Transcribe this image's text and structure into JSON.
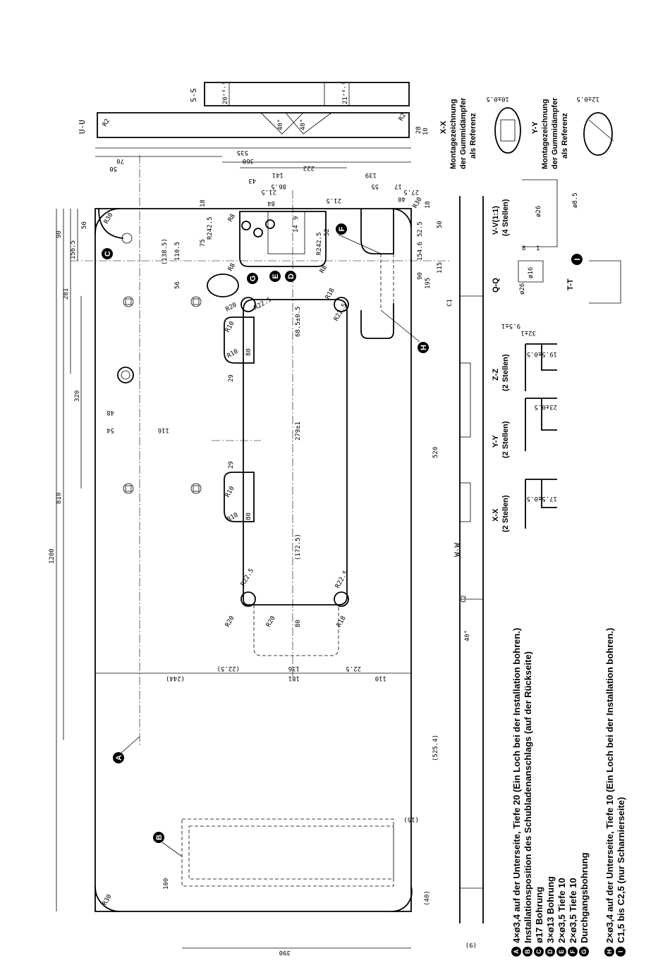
{
  "views": {
    "uu": "U-U",
    "ss": "S-S",
    "ww": "W-W",
    "xx": "X-X",
    "yy": "Y-Y",
    "zz": "Z-Z",
    "vv": "V-V(1:1)",
    "qq": "Q-Q",
    "tt": "T-T",
    "xx_sec": "X-X",
    "yy_sec": "Y-Y",
    "zz_sec": "Z-Z",
    "stellen2": "(2 Stellen)",
    "stellen4": "(4 Stellen)",
    "mount1": "Montagezeichnung",
    "mount2": "der Gummidämpfer",
    "mount3": "als Referenz"
  },
  "dims": {
    "d1200": "1200",
    "d810": "810",
    "d320": "320",
    "d281": "281",
    "d156": "156.5",
    "d90": "90",
    "d535": "535",
    "d360": "360",
    "d222": "222",
    "d141": "141",
    "d139": "139",
    "d70": "70",
    "d50": "50",
    "d50b": "50",
    "d55": "55",
    "d43": "43",
    "d86": "86.5",
    "d21": "21.5",
    "d21b": "21.5",
    "d27": "27.5",
    "d17": "17",
    "d40": "40",
    "d84": "84",
    "d9": "9",
    "d14": "14",
    "d52": "52",
    "d18": "18",
    "d52b": "52.5",
    "d154": "154.6",
    "d90b": "90",
    "d195": "195",
    "d115": "115",
    "d50c": "50",
    "d1385": "(138.5)",
    "d1105": "110.5",
    "d75": "75",
    "d56": "56",
    "d685": "68.5±0.5",
    "d279": "279±1",
    "d1725": "(172.5)",
    "d80": "80",
    "d80b": "80",
    "d80c": "80",
    "d29": "29",
    "d29b": "29",
    "d48": "48",
    "d54": "54",
    "d116": "116",
    "d520": "520",
    "d5254": "(525.4)",
    "d244": "(244)",
    "d225": "(22.5)",
    "d136": "136",
    "d181": "181",
    "d225b": "22.5",
    "d110": "110",
    "d100": "100",
    "d390": "390",
    "d15": "(15)",
    "d40b": "(40)",
    "d9b": "(9)",
    "r242a": "R242.5",
    "r242b": "R242.5",
    "r30": "R30",
    "r30b": "R30",
    "r30c": "R30",
    "r8": "R8",
    "r8b": "R8",
    "r8c": "R8",
    "r18": "R18",
    "r18b": "R18",
    "r20": "R20",
    "r20b": "R20",
    "r20c": "R20",
    "r225": "R22.5",
    "r225b": "R22.5",
    "r225c": "R22.5",
    "r225d": "R22.5",
    "r10": "R10",
    "r10b": "R10",
    "r10c": "R10",
    "r10d": "R10",
    "r2": "R2",
    "r2b": "R2",
    "c1": "C1",
    "c2": "C2",
    "ang40": "40°",
    "ang40b": "40°",
    "ang40c": "40°",
    "t20": "20⁺⁰·⁵",
    "t21": "21⁺⁰·⁵",
    "d10": "10",
    "d28": "28",
    "x175": "17.5±0.5",
    "y23": "23±0.5",
    "z195": "19.5±0.5",
    "xx10": "10±0.5",
    "yy12": "12±0.5",
    "q16": "ø16",
    "q26": "ø26",
    "q95": "9.5±1",
    "q32": "32±1",
    "v26": "ø26",
    "v85": "ø8.5",
    "v8": "8",
    "v1": "1"
  },
  "badges": {
    "A": "A",
    "B": "B",
    "C": "C",
    "D": "D",
    "E": "E",
    "F": "F",
    "G": "G",
    "H": "H",
    "I": "I"
  },
  "legend": [
    {
      "key": "A",
      "text": "4×ø3,4 auf der Unterseite, Tiefe 20 (Ein Loch bei der Installation bohren.)"
    },
    {
      "key": "B",
      "text": "Installationsposition des Schubladenanschlags (auf der Rückseite)"
    },
    {
      "key": "C",
      "text": "ø17 Bohrung"
    },
    {
      "key": "D",
      "text": "3×ø13 Bohrung"
    },
    {
      "key": "E",
      "text": "2×ø3,5 Tiefe 10"
    },
    {
      "key": "F",
      "text": "2×ø3,5 Tiefe 10"
    },
    {
      "key": "G",
      "text": "Durchgangsbohrung"
    },
    {
      "key": "H",
      "text": "2×ø3,4 auf der Unterseite, Tiefe 10 (Ein Loch bei der Installation bohren.)"
    },
    {
      "key": "I",
      "text": "C1,5 bis C2,5 (nur Scharnierseite)"
    }
  ]
}
